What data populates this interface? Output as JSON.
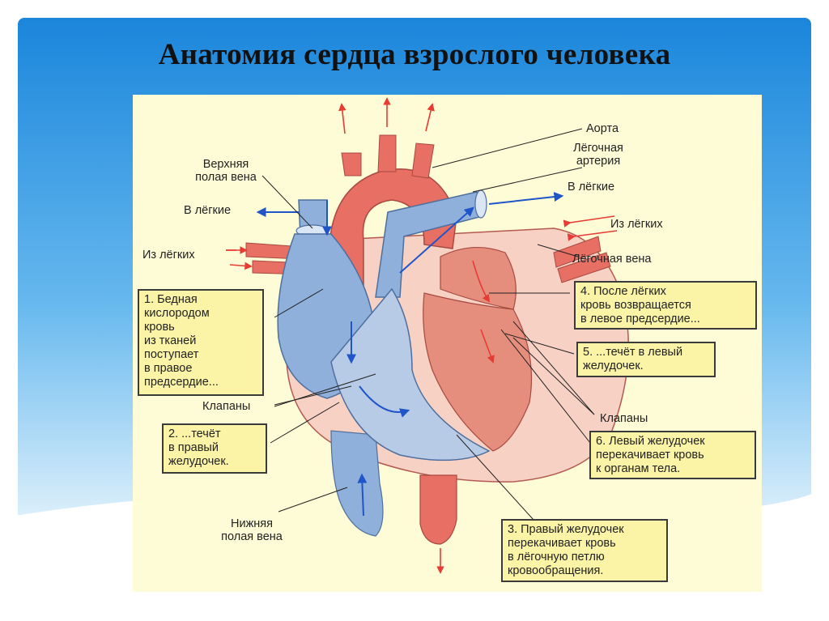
{
  "title": "Анатомия сердца взрослого человека",
  "colors": {
    "background_top": "#1e8fe0",
    "panel": "#fefcd6",
    "oxygen_rich": "#e86f63",
    "oxygen_poor": "#8fb0da",
    "arrow_red": "#e83b33",
    "arrow_blue": "#1f55c8",
    "callout_box": "#fbf3a6"
  },
  "labels": {
    "aorta": "Аорта",
    "pulmonary_artery": "Лёгочная\nартерия",
    "to_lungs_right": "В лёгкие",
    "from_lungs_right": "Из лёгких",
    "pulmonary_vein": "Лёгочная вена",
    "superior_vena_cava": "Верхняя\nполая вена",
    "to_lungs_left": "В лёгкие",
    "from_lungs_left": "Из лёгких",
    "valves_left": "Клапаны",
    "valves_right": "Клапаны",
    "inferior_vena_cava": "Нижняя\nполая вена"
  },
  "steps": [
    {
      "text": "1. Бедная\nкислородом\nкровь\nиз тканей\nпоступает\nв правое\nпредсердие..."
    },
    {
      "text": "2. ...течёт\nв правый\nжелудочек."
    },
    {
      "text": "3. Правый желудочек\nперекачивает кровь\nв лёгочную петлю\nкровообращения."
    },
    {
      "text": "4. После лёгких\nкровь возвращается\nв левое предсердие..."
    },
    {
      "text": "5. ...течёт в левый\nжелудочек."
    },
    {
      "text": "6. Левый желудочек\nперекачивает кровь\nк органам тела."
    }
  ]
}
